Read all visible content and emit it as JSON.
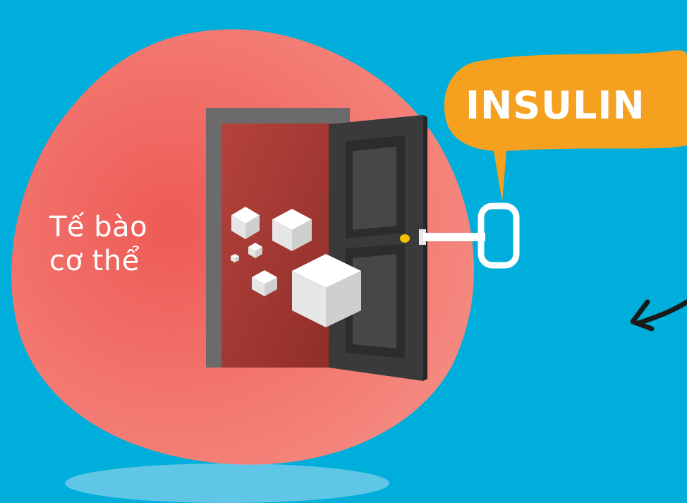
{
  "cell": {
    "label_line1": "Tế bào",
    "label_line2": "cơ thể"
  },
  "bubble": {
    "text": "INSULIN"
  },
  "colors": {
    "background": "#00aedb",
    "cell": "#f27570",
    "bubble": "#f5a01e",
    "shadow": "#5fc6e6",
    "door_panel": "#3a3a3a",
    "door_frame": "#6b6b6b",
    "doorway": "#9b3530",
    "key": "#ffffff",
    "knob": "#f2c200"
  },
  "icons": {
    "key": "key-icon",
    "arrow": "curved-arrow-icon",
    "sugar": "sugar-cube-icon"
  }
}
